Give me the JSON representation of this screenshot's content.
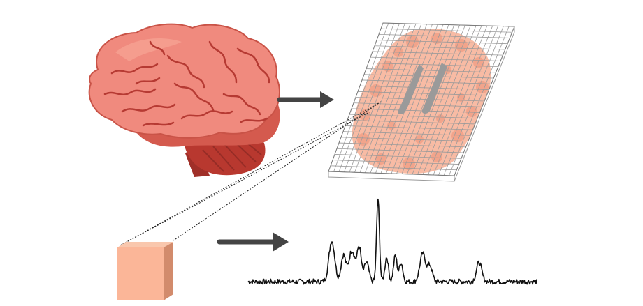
{
  "colors": {
    "brain_main": "#f08a7e",
    "brain_light": "#f6a192",
    "brain_dark": "#c9473e",
    "brain_outline": "#b63a33",
    "cerebellum": "#b8382f",
    "brainstem": "#a02f28",
    "slice_tissue": "#f7b49a",
    "slice_tissue_dark": "#f09a80",
    "ventricle": "#9a9a9a",
    "grid_line": "#9a9a9a",
    "arrow": "#444444",
    "voxel_front": "#fbb698",
    "voxel_side": "#d28b6c",
    "voxel_top": "#f9c7ad",
    "spectrum": "#111111"
  },
  "icons": {
    "brain": "brain-icon",
    "slice": "mri-slice-grid-icon",
    "voxel": "voxel-cube-icon",
    "arrow": "arrow-right-icon"
  },
  "spectrum_data": {
    "type": "line",
    "baseline": 0.12,
    "peaks": [
      {
        "x": 0.29,
        "h": 0.47,
        "w": 0.01
      },
      {
        "x": 0.33,
        "h": 0.3,
        "w": 0.008
      },
      {
        "x": 0.36,
        "h": 0.36,
        "w": 0.011
      },
      {
        "x": 0.385,
        "h": 0.38,
        "w": 0.007
      },
      {
        "x": 0.41,
        "h": 0.22,
        "w": 0.008
      },
      {
        "x": 0.45,
        "h": 0.95,
        "w": 0.005
      },
      {
        "x": 0.48,
        "h": 0.28,
        "w": 0.006
      },
      {
        "x": 0.51,
        "h": 0.3,
        "w": 0.006
      },
      {
        "x": 0.53,
        "h": 0.22,
        "w": 0.006
      },
      {
        "x": 0.605,
        "h": 0.32,
        "w": 0.01
      },
      {
        "x": 0.63,
        "h": 0.18,
        "w": 0.008
      },
      {
        "x": 0.8,
        "h": 0.22,
        "w": 0.009
      }
    ]
  }
}
